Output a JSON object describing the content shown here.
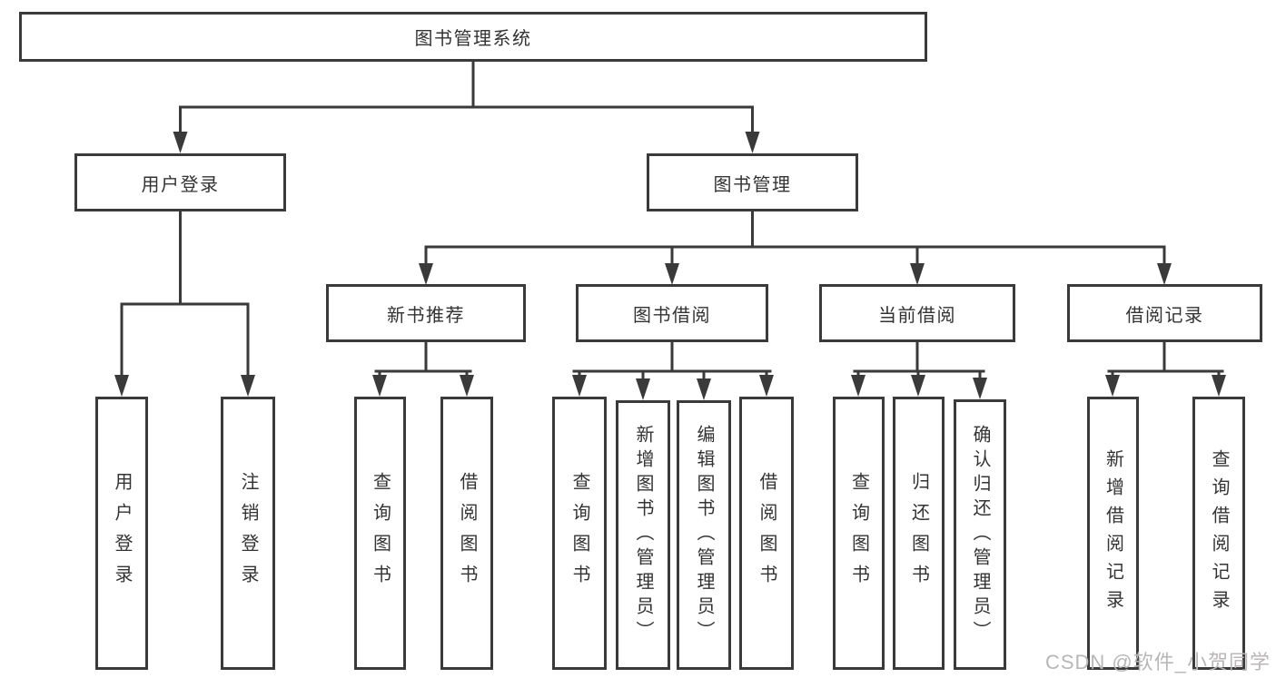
{
  "colors": {
    "line": "#3a3a3a",
    "text": "#333333",
    "background": "#ffffff",
    "watermark": "#b8b6b6"
  },
  "tree": {
    "root": {
      "label": "图书管理系统",
      "children": [
        {
          "label": "用户登录",
          "children": [
            {
              "label": "用户登录"
            },
            {
              "label": "注销登录"
            }
          ]
        },
        {
          "label": "图书管理",
          "children": [
            {
              "label": "新书推荐",
              "children": [
                {
                  "label": "查询图书"
                },
                {
                  "label": "借阅图书"
                }
              ]
            },
            {
              "label": "图书借阅",
              "children": [
                {
                  "label": "查询图书"
                },
                {
                  "label": "新增图书（管理员）"
                },
                {
                  "label": "编辑图书（管理员）"
                },
                {
                  "label": "借阅图书"
                }
              ]
            },
            {
              "label": "当前借阅",
              "children": [
                {
                  "label": "查询图书"
                },
                {
                  "label": "归还图书"
                },
                {
                  "label": "确认归还（管理员）"
                }
              ]
            },
            {
              "label": "借阅记录",
              "children": [
                {
                  "label": "新增借阅记录"
                },
                {
                  "label": "查询借阅记录"
                }
              ]
            }
          ]
        }
      ]
    }
  },
  "watermark": {
    "text": "CSDN @软件_小贺同学"
  }
}
